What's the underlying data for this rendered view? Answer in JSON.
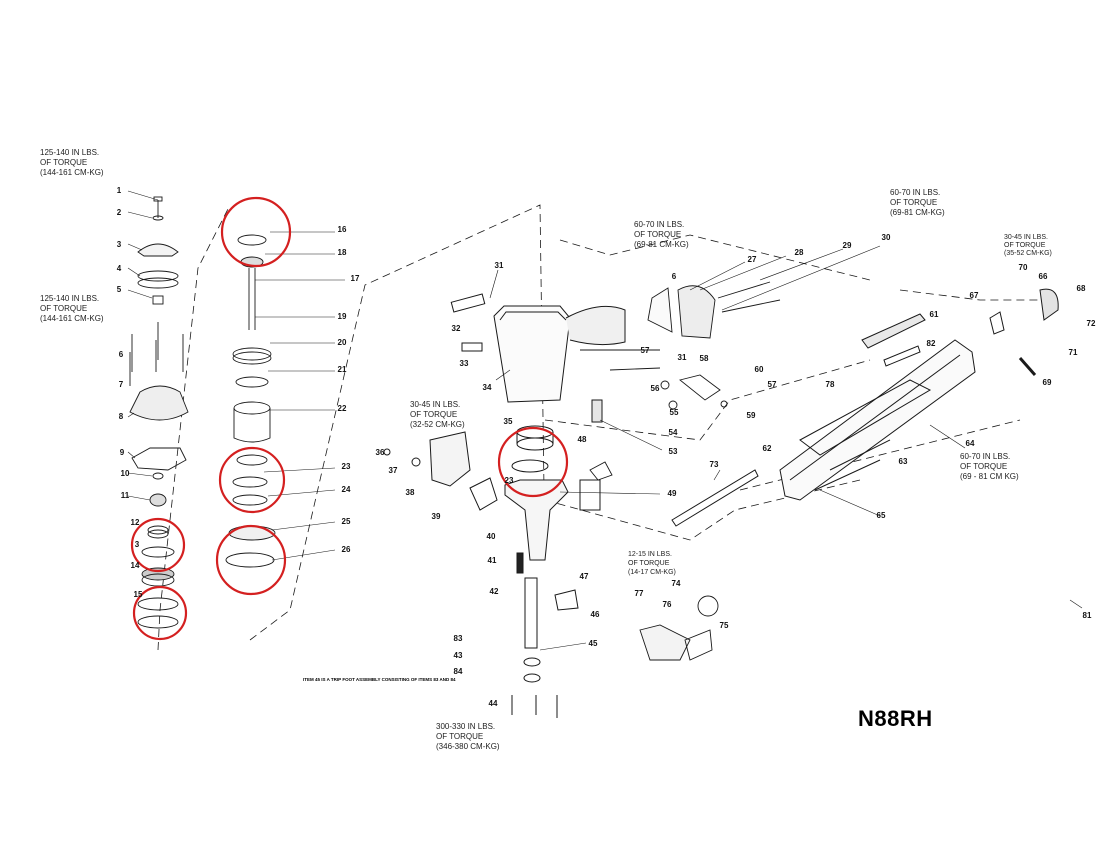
{
  "model_name": "N88RH",
  "item_note": "ITEM 45 IS A TRIP FOOT ASSEMBLY CONSISTING OF ITEMS 83 AND 84",
  "torque_notes": [
    {
      "lines": [
        "125-140 IN LBS.",
        "OF TORQUE",
        "(144-161 CM-KG)"
      ]
    },
    {
      "lines": [
        "125-140 IN LBS.",
        "OF TORQUE",
        "(144-161 CM-KG)"
      ]
    },
    {
      "lines": [
        "60-70 IN LBS.",
        "OF TORQUE",
        "(69-81 CM-KG)"
      ]
    },
    {
      "lines": [
        "60-70 IN LBS.",
        "OF TORQUE",
        "(69-81 CM-KG)"
      ]
    },
    {
      "lines": [
        "30-45 IN LBS.",
        "OF TORQUE",
        "(35-52 CM-KG)"
      ]
    },
    {
      "lines": [
        "30-45 IN LBS.",
        "OF TORQUE",
        "(32-52 CM-KG)"
      ]
    },
    {
      "lines": [
        "60-70 IN LBS.",
        "OF TORQUE",
        "(69 - 81 CM KG)"
      ]
    },
    {
      "lines": [
        "12-15 IN LBS.",
        "OF TORQUE",
        "(14-17 CM-KG)"
      ]
    },
    {
      "lines": [
        "300-330 IN LBS.",
        "OF TORQUE",
        "(346-380 CM-KG)"
      ]
    }
  ],
  "callouts": [
    "1",
    "2",
    "3",
    "4",
    "5",
    "6",
    "7",
    "8",
    "9",
    "10",
    "11",
    "12",
    "3",
    "14",
    "15",
    "16",
    "18",
    "17",
    "19",
    "20",
    "21",
    "22",
    "23",
    "24",
    "25",
    "26",
    "31",
    "32",
    "33",
    "34",
    "35",
    "23",
    "36",
    "37",
    "38",
    "39",
    "40",
    "41",
    "42",
    "83",
    "43",
    "84",
    "44",
    "47",
    "46",
    "45",
    "48",
    "53",
    "54",
    "49",
    "6",
    "27",
    "28",
    "29",
    "30",
    "57",
    "31",
    "58",
    "56",
    "60",
    "57",
    "55",
    "59",
    "61",
    "82",
    "67",
    "70",
    "66",
    "68",
    "72",
    "71",
    "69",
    "78",
    "62",
    "64",
    "63",
    "65",
    "73",
    "74",
    "77",
    "76",
    "75",
    "81"
  ],
  "colors": {
    "highlight": "#d42020",
    "ink": "#1a1a1a"
  }
}
